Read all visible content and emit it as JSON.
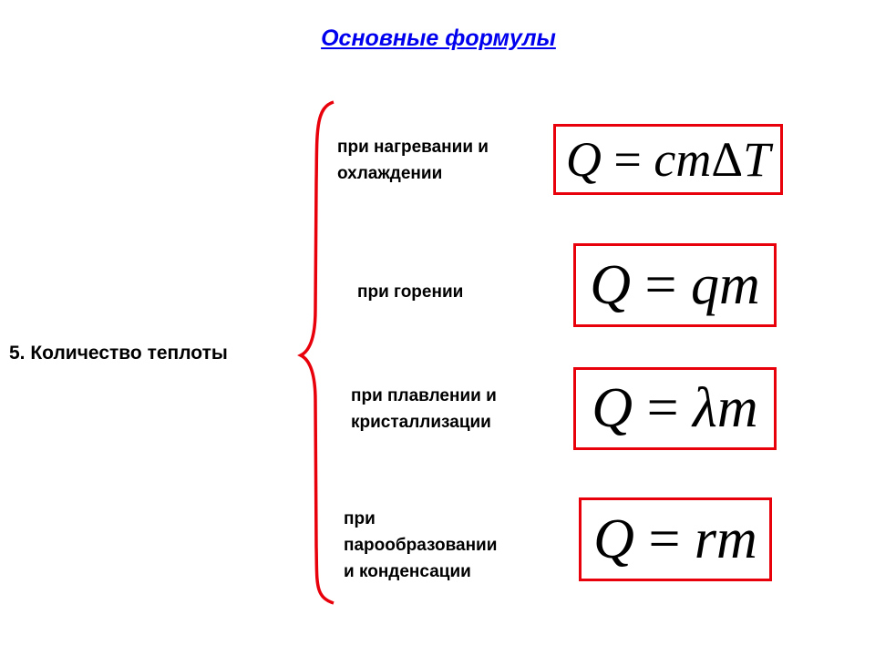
{
  "title": "Основные формулы",
  "topic": "5. Количество теплоты",
  "accent_color": "#e8000b",
  "cases": [
    {
      "label_lines": [
        "при нагревании и",
        "охлаждении"
      ],
      "formula": {
        "lhs": "Q",
        "eq": "=",
        "rhs_a": "cm",
        "rhs_b": "Δ",
        "rhs_c": "T"
      }
    },
    {
      "label_lines": [
        "при горении"
      ],
      "formula": {
        "lhs": "Q",
        "eq": "=",
        "rhs_a": "qm"
      }
    },
    {
      "label_lines": [
        "при плавлении и",
        "кристаллизации"
      ],
      "formula": {
        "lhs": "Q",
        "eq": "=",
        "rhs_a": "λm"
      }
    },
    {
      "label_lines": [
        "при",
        "парообразовании",
        "и конденсации"
      ],
      "formula": {
        "lhs": "Q",
        "eq": "=",
        "rhs_a": "rm"
      }
    }
  ]
}
